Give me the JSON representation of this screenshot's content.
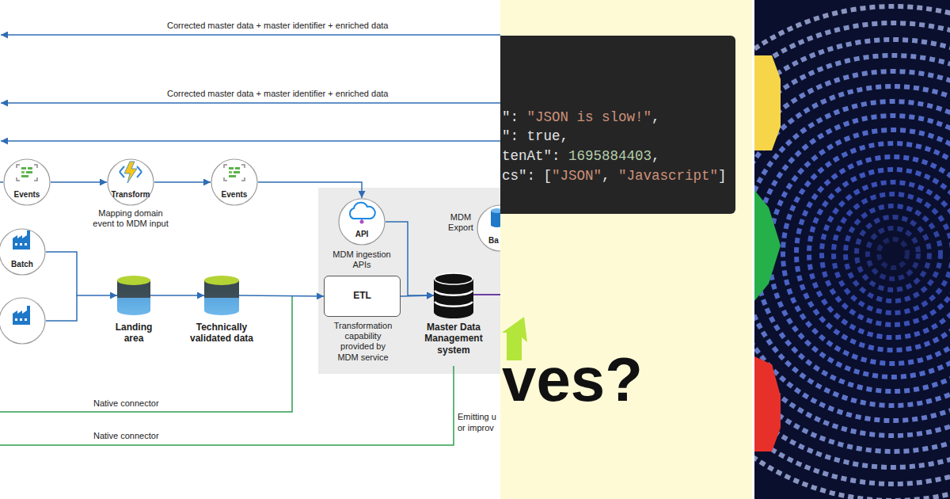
{
  "diagram": {
    "nodes": [
      {
        "text": [
          "Events"
        ]
      },
      {
        "text": [
          "Transform",
          "Mapping domain event to MDM input"
        ]
      },
      {
        "text": [
          "Events"
        ]
      },
      {
        "text": [
          "API",
          "MDM ingestion APIs"
        ]
      },
      {
        "text": [
          "Batch"
        ]
      },
      {
        "text": [
          "Landing area"
        ]
      },
      {
        "text": [
          "Technically validated data"
        ]
      },
      {
        "text": [
          "ETL",
          "Transformation capability provided by MDM service"
        ]
      },
      {
        "text": [
          "Master Data Management system"
        ]
      },
      {
        "text": [
          "MDM Export",
          "Ba"
        ]
      }
    ],
    "edges": [
      {
        "from": 0,
        "to": 1,
        "arrow": "to"
      },
      {
        "from": 1,
        "to": 2,
        "arrow": "to"
      },
      {
        "from": 2,
        "to": 3,
        "arrow": "to"
      },
      {
        "from": 4,
        "to": 5,
        "arrow": "to"
      },
      {
        "from": 5,
        "to": 6,
        "arrow": "to"
      },
      {
        "from": 6,
        "to": 7,
        "arrow": "to"
      },
      {
        "from": 3,
        "to": 8,
        "arrow": "to"
      },
      {
        "from": 7,
        "to": 8,
        "arrow": "to"
      }
    ],
    "labels": [
      "Corrected master data + master identifier + enriched data",
      "Corrected master data + master identifier + enriched data",
      "Native connector",
      "Native connector",
      "Emitting u",
      "or improv",
      "\": ",
      "\"JSON is slow!\"",
      ",",
      "\": true,",
      "tenAt\": ",
      "1695884403",
      ",",
      "cs\": [",
      "\"JSON\"",
      ", ",
      "\"Javascript\"",
      "]",
      "ves?"
    ]
  }
}
